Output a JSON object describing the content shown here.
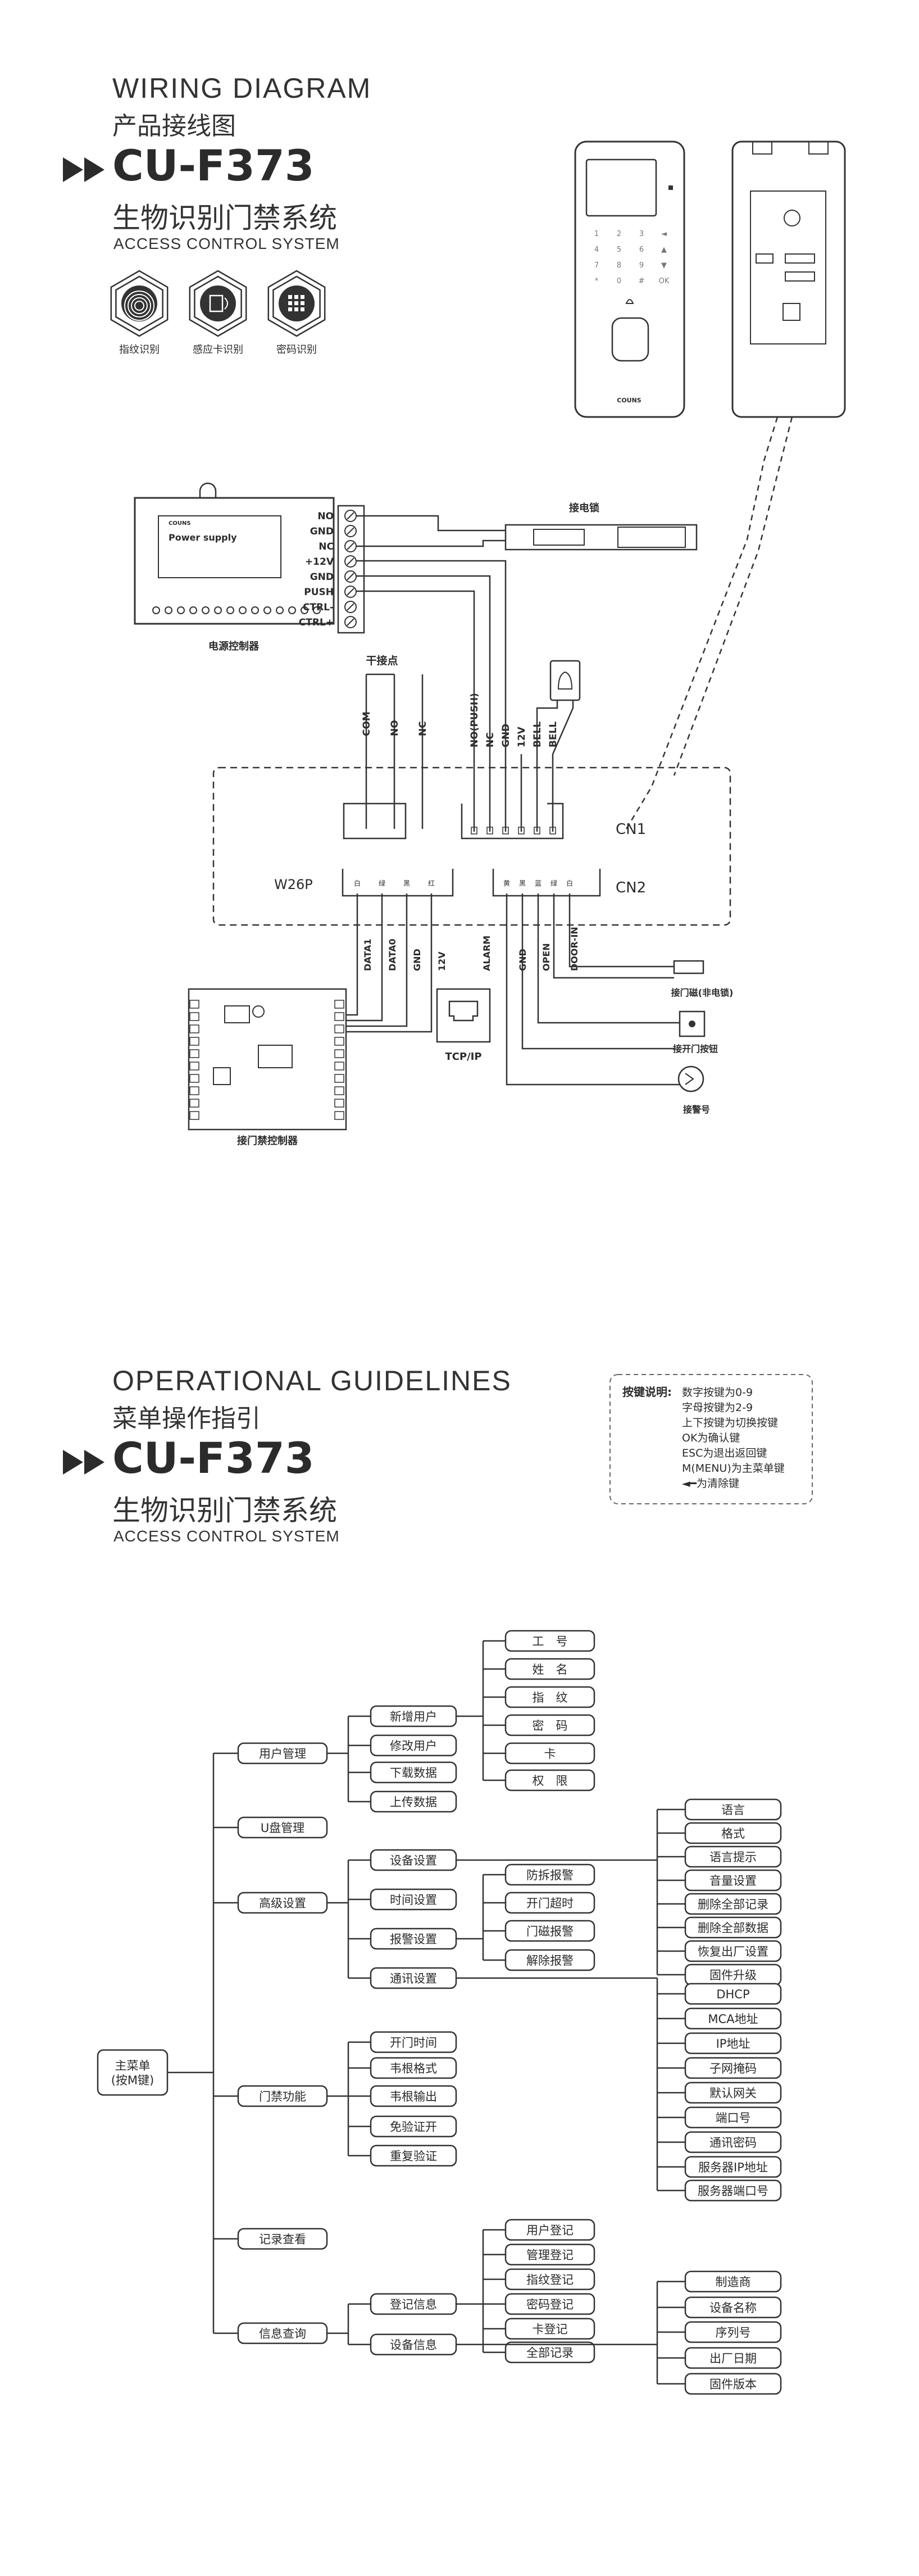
{
  "wiring": {
    "title": "WIRING DIAGRAM",
    "subtitle": "产品接线图",
    "model": "CU-F373",
    "model_cn": "生物识别门禁系统",
    "model_en": "ACCESS CONTROL SYSTEM",
    "features": [
      "指纹识别",
      "感应卡识别",
      "密码识别"
    ],
    "power_supply": {
      "brand": "COUNS",
      "title": "Power supply",
      "caption": "电源控制器",
      "terminals": [
        "NO",
        "GND",
        "NC",
        "+12V",
        "GND",
        "PUSH",
        "CTRL-",
        "CTRL+"
      ]
    },
    "lock_label": "接电锁",
    "dry_contact": {
      "label": "干接点",
      "pins": [
        "COM",
        "NO",
        "NC"
      ]
    },
    "cn1_pins": [
      "NO(PUSH)",
      "NC",
      "GND",
      "12V",
      "BELL",
      "BELL"
    ],
    "cn1_label": "CN1",
    "cn2_label": "CN2",
    "w26p_label": "W26P",
    "w26p_pins": [
      "DATA1",
      "DATA0",
      "GND",
      "12V"
    ],
    "cn2_pins": [
      "ALARM",
      "GND",
      "OPEN",
      "DOOR-IN"
    ],
    "cn2_wire_colors": [
      "黄",
      "黑",
      "蓝",
      "绿",
      "白"
    ],
    "w26p_wire_colors": [
      "白",
      "绿",
      "黑",
      "红"
    ],
    "doorbell_note": "",
    "tcpip_label": "TCP/IP",
    "controller_label": "接门禁控制器",
    "right_devices": [
      "接门磁(非电锁)",
      "接开门按钮",
      "接警号"
    ]
  },
  "guide": {
    "title": "OPERATIONAL GUIDELINES",
    "subtitle": "菜单操作指引",
    "model": "CU-F373",
    "model_cn": "生物识别门禁系统",
    "model_en": "ACCESS CONTROL SYSTEM",
    "keys_title": "按键说明:",
    "keys": [
      "数字按键为0-9",
      "字母按键为2-9",
      "上下按键为切换按键",
      "OK为确认键",
      "ESC为退出返回键",
      "M(MENU)为主菜单键",
      "◄━为清除键"
    ],
    "root": "主菜单\n(按M键)",
    "menu": [
      {
        "label": "用户管理",
        "children": [
          {
            "label": "新增用户",
            "children": [
              "工　号",
              "姓　名",
              "指　纹",
              "密　码",
              "卡",
              "权　限"
            ]
          },
          {
            "label": "修改用户"
          },
          {
            "label": "下载数据"
          },
          {
            "label": "上传数据"
          }
        ]
      },
      {
        "label": "U盘管理"
      },
      {
        "label": "高级设置",
        "children": [
          {
            "label": "设备设置",
            "children": [
              "语言",
              "格式",
              "语言提示",
              "音量设置",
              "删除全部记录",
              "删除全部数据",
              "恢复出厂设置",
              "固件升级"
            ]
          },
          {
            "label": "时间设置"
          },
          {
            "label": "报警设置",
            "children": [
              "防拆报警",
              "开门超时",
              "门磁报警",
              "解除报警"
            ]
          },
          {
            "label": "通讯设置",
            "children": [
              "DHCP",
              "MCA地址",
              "IP地址",
              "子网掩码",
              "默认网关",
              "端口号",
              "通讯密码",
              "服务器IP地址",
              "服务器端口号"
            ]
          }
        ]
      },
      {
        "label": "门禁功能",
        "children": [
          {
            "label": "开门时间"
          },
          {
            "label": "韦根格式"
          },
          {
            "label": "韦根输出"
          },
          {
            "label": "免验证开"
          },
          {
            "label": "重复验证"
          }
        ]
      },
      {
        "label": "记录查看"
      },
      {
        "label": "信息查询",
        "children": [
          {
            "label": "登记信息",
            "children": [
              "用户登记",
              "管理登记",
              "指纹登记",
              "密码登记",
              "卡登记",
              "全部记录"
            ]
          },
          {
            "label": "设备信息",
            "children": [
              "制造商",
              "设备名称",
              "序列号",
              "出厂日期",
              "固件版本"
            ]
          }
        ]
      }
    ]
  }
}
